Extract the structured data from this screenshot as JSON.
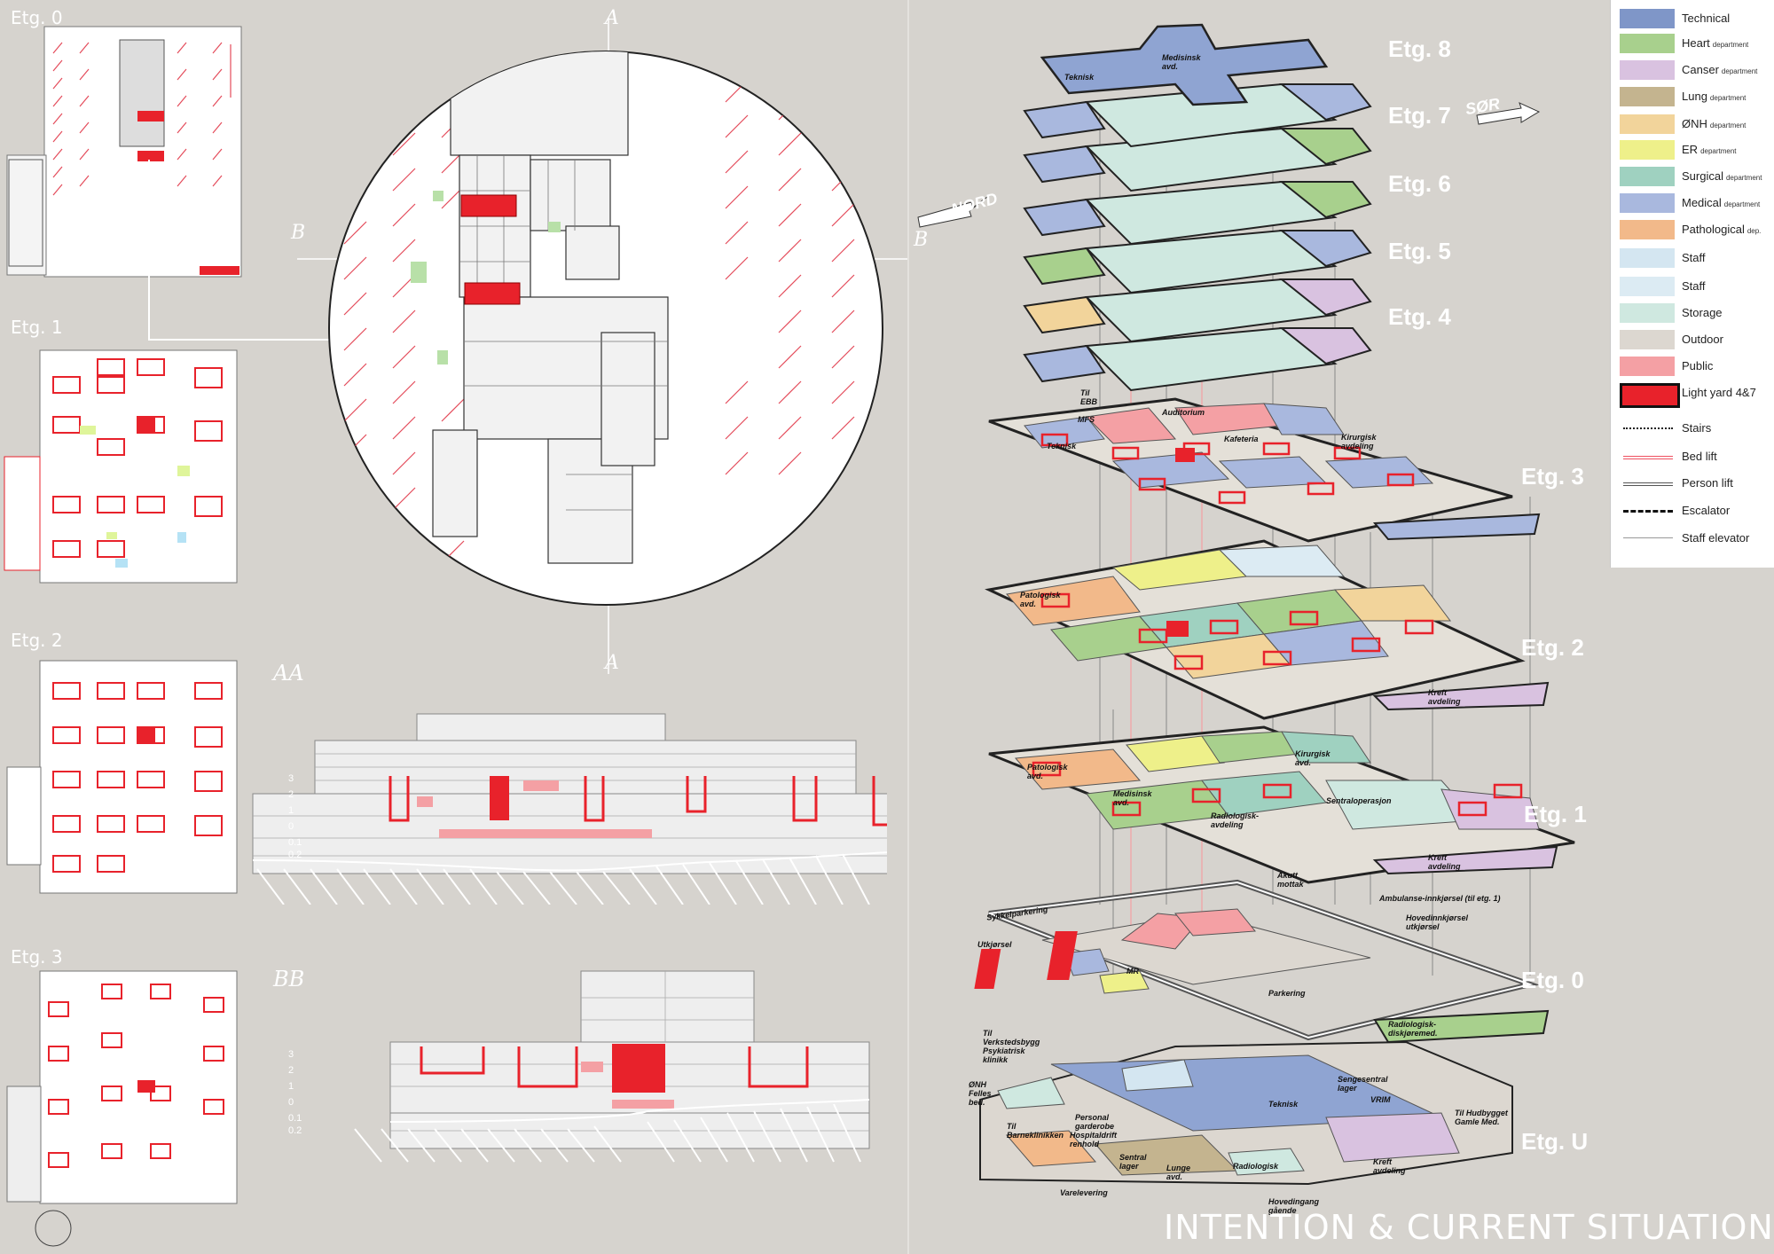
{
  "floors_left": [
    "Etg. 0",
    "Etg. 1",
    "Etg. 2",
    "Etg. 3"
  ],
  "sections": {
    "aa": "AA",
    "bb": "BB"
  },
  "section_marks": {
    "a_top": "A",
    "a_bottom": "A",
    "b_left": "B",
    "b_right": "B"
  },
  "section_levels": [
    "3",
    "2",
    "1",
    "0",
    "0.1",
    "0.2"
  ],
  "directions": {
    "nord": "NORD",
    "sor": "SØR"
  },
  "floors_right": [
    "Etg. 8",
    "Etg. 7",
    "Etg. 6",
    "Etg. 5",
    "Etg. 4",
    "Etg. 3",
    "Etg. 2",
    "Etg. 1",
    "Etg. 0",
    "Etg. U"
  ],
  "legend": [
    {
      "label": "Technical",
      "sub": "",
      "color": "#7f96c8",
      "kind": "swatch"
    },
    {
      "label": "Heart",
      "sub": "department",
      "color": "#a8d08d",
      "kind": "swatch"
    },
    {
      "label": "Canser",
      "sub": "department",
      "color": "#d9c2e0",
      "kind": "swatch"
    },
    {
      "label": "Lung",
      "sub": "department",
      "color": "#c4b48f",
      "kind": "swatch"
    },
    {
      "label": "ØNH",
      "sub": "department",
      "color": "#f2d49b",
      "kind": "swatch"
    },
    {
      "label": "ER",
      "sub": "department",
      "color": "#eef08a",
      "kind": "swatch"
    },
    {
      "label": "Surgical",
      "sub": "department",
      "color": "#9fd1c0",
      "kind": "swatch"
    },
    {
      "label": "Medical",
      "sub": "department",
      "color": "#a9b8de",
      "kind": "swatch"
    },
    {
      "label": "Pathological",
      "sub": "dep.",
      "color": "#f2b98a",
      "kind": "swatch"
    },
    {
      "label": "Staff",
      "sub": "",
      "color": "#d4e6f1",
      "kind": "swatch"
    },
    {
      "label": "Staff",
      "sub": "",
      "color": "#dcebf3",
      "kind": "swatch"
    },
    {
      "label": "Storage",
      "sub": "",
      "color": "#cfe8e0",
      "kind": "swatch"
    },
    {
      "label": "Outdoor",
      "sub": "",
      "color": "#dcd7d0",
      "kind": "swatch"
    },
    {
      "label": "Public",
      "sub": "",
      "color": "#f4a0a4",
      "kind": "swatch"
    },
    {
      "label": "Light yard 4&7",
      "sub": "",
      "color": "#e8222b",
      "kind": "swatch-bold"
    },
    {
      "label": "Stairs",
      "sub": "",
      "color": "#222222",
      "kind": "dots"
    },
    {
      "label": "Bed lift",
      "sub": "",
      "color": "#ee5060",
      "kind": "double-red"
    },
    {
      "label": "Person lift",
      "sub": "",
      "color": "#555555",
      "kind": "double"
    },
    {
      "label": "Escalator",
      "sub": "",
      "color": "#111111",
      "kind": "dash"
    },
    {
      "label": "Staff elevator",
      "sub": "",
      "color": "#999999",
      "kind": "thin"
    }
  ],
  "labels_u": {
    "til_verksted": "Til Verkstedsbygg Psykiatrisk klinikk",
    "onh_felles": "ØNH Felles bed.",
    "til_barne": "Til Barneklinikken",
    "teknisk": "Teknisk",
    "lunge": "Lunge avd.",
    "radiologisk": "Radiologisk",
    "kreft": "Kreft avdeling",
    "til_hudbygget": "Til Hudbygget Gamle Med.",
    "vareleveranse": "Varelevering",
    "hovedinngang": "Hovedingang gående",
    "personal_garderobe": "Personal garderobe",
    "senge_lager": "Sengesentral lager",
    "vrim": "VRIM",
    "sentral_lager": "Sentral lager",
    "hospital_renhold": "Hospitaldrift renhold"
  },
  "labels_0": {
    "sykkelparkering": "Sykkelparkering",
    "utkjorsel": "Utkjørsel",
    "mr": "MR",
    "parkering": "Parkering",
    "ambulanse": "Ambulanse-innkjørsel (til etg. 1)",
    "hovedinnkjorsel": "Hovedinnkjørsel utkjørsel",
    "radiologisk": "Radiologisk-diskjøremed.",
    "akutt": "Akutt mottak"
  },
  "labels_1": {
    "radiologisk": "Radiologisk- avdeling",
    "sentraloperasjon": "Sentraloperasjon",
    "kreft": "Kreft avdeling",
    "patologisk": "Patologisk avd.",
    "medisinsk": "Medisinsk avd.",
    "kirurgisk": "Kirurgisk avd."
  },
  "labels_2": {
    "patologisk": "Patologisk avd.",
    "kreft": "Kreft avdeling"
  },
  "labels_3": {
    "mfs": "MFS",
    "teknisk": "Teknisk",
    "kafeteria": "Kafeteria",
    "auditorium": "Auditorium",
    "til_ebb": "Til EBB",
    "kirurgisk": "Kirurgisk avdeling"
  },
  "labels_top": {
    "teknisk": "Teknisk",
    "medisinsk": "Medisinsk avd."
  },
  "title": "INTENTION & CURRENT SITUATION"
}
